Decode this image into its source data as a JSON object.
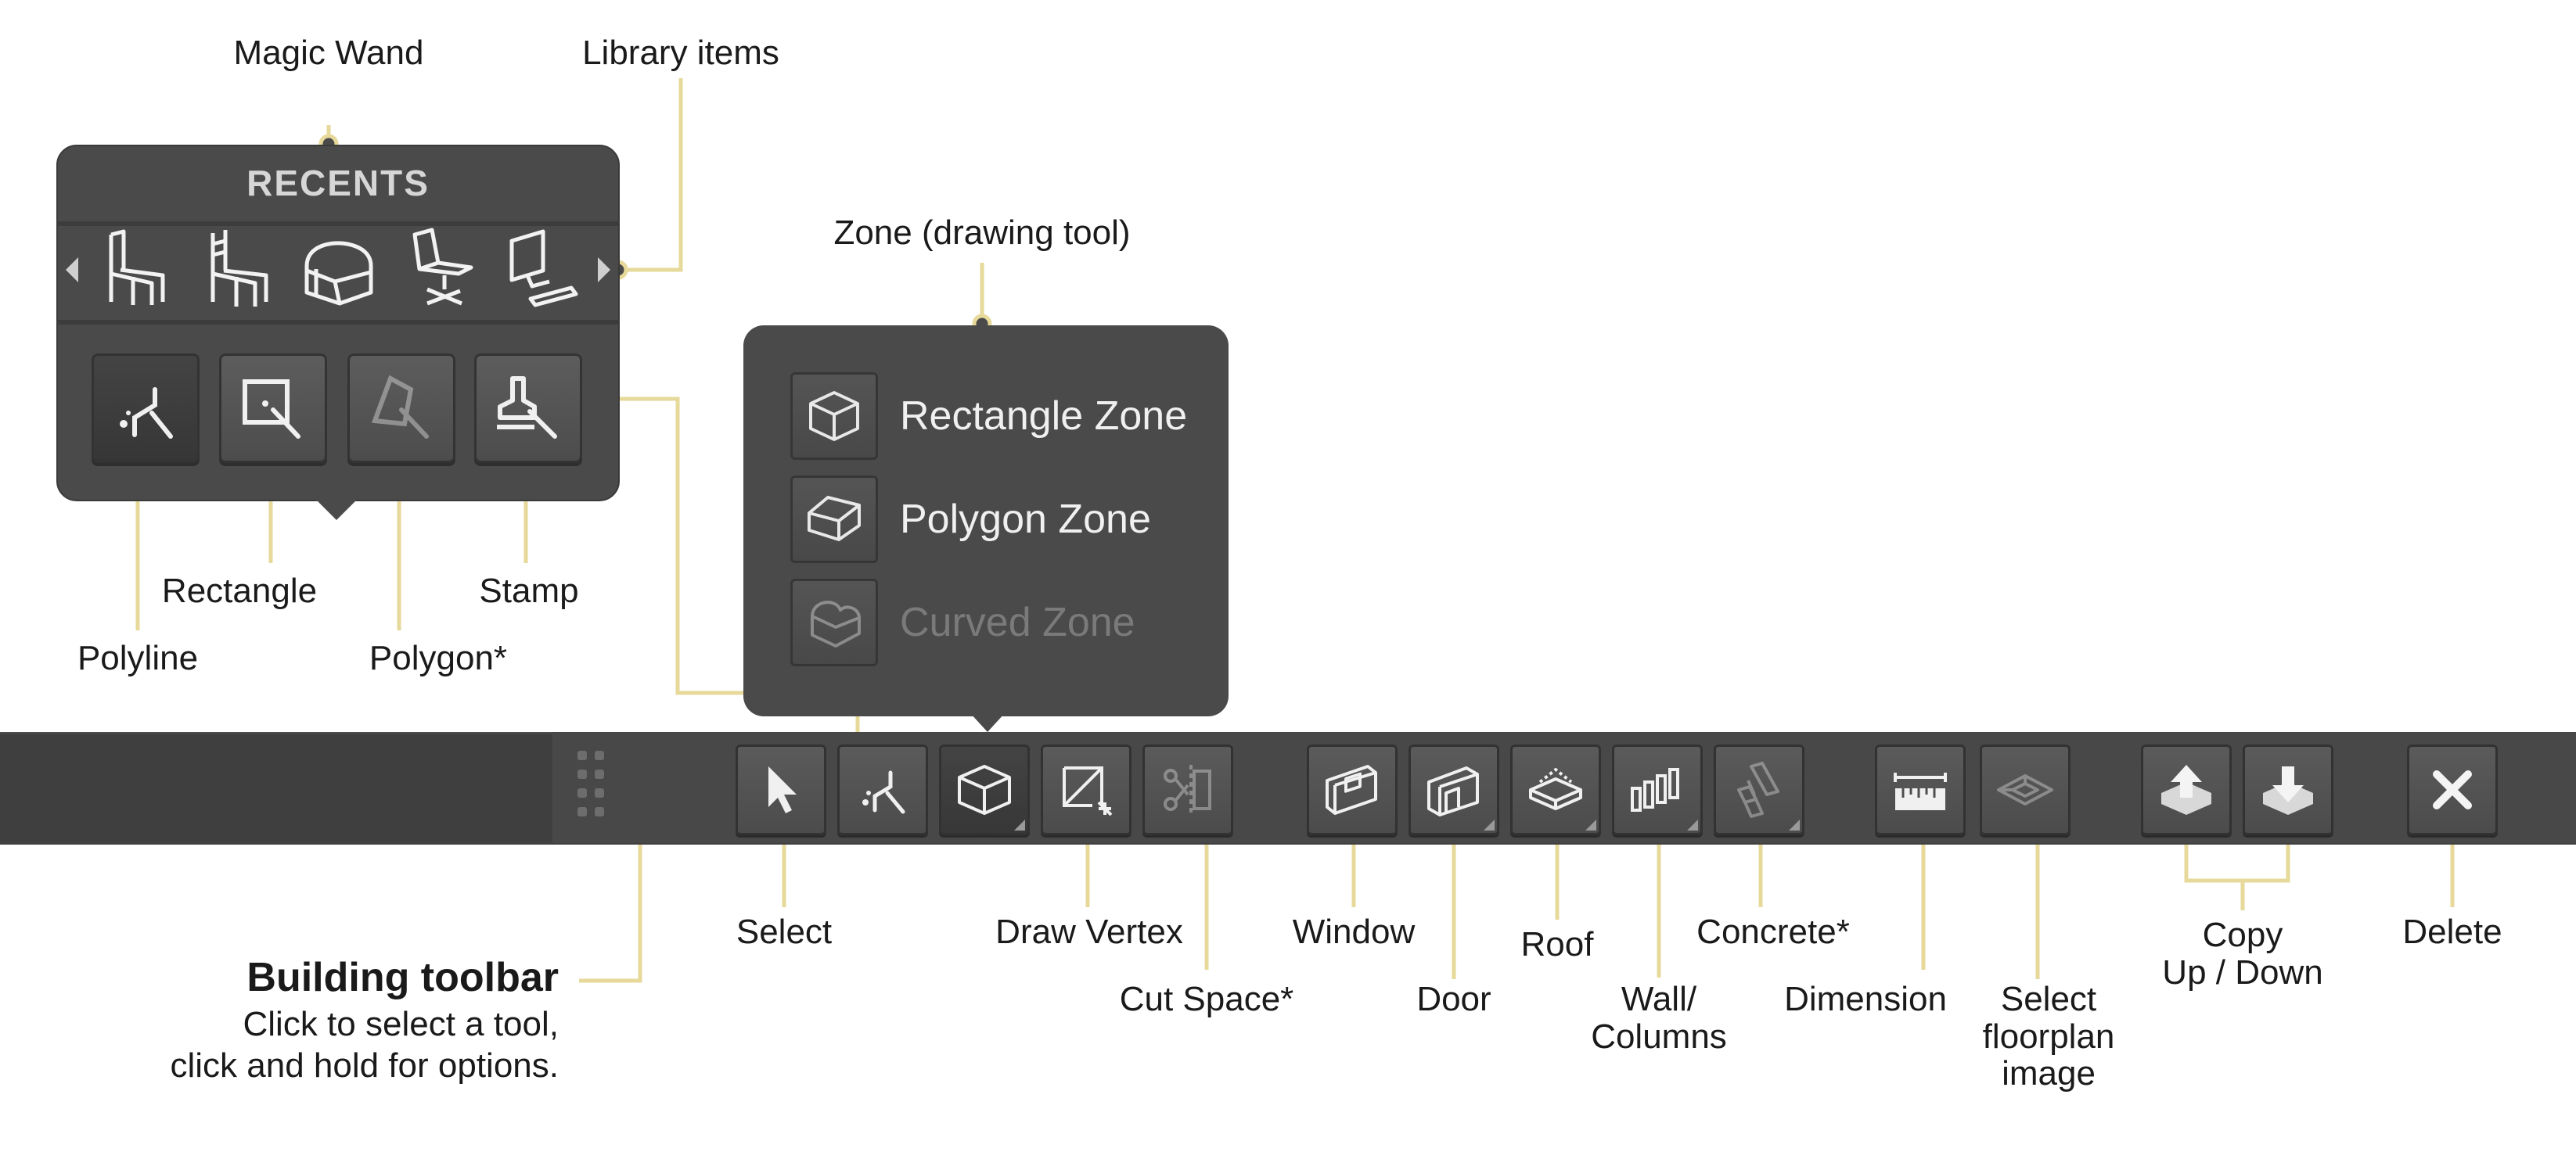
{
  "recents": {
    "title": "RECENTS",
    "tools": [
      "Polyline",
      "Rectangle",
      "Polygon*",
      "Stamp"
    ]
  },
  "zone_panel": {
    "items": [
      {
        "label": "Rectangle Zone",
        "enabled": true
      },
      {
        "label": "Polygon Zone",
        "enabled": true
      },
      {
        "label": "Curved Zone",
        "enabled": false
      }
    ]
  },
  "callouts": {
    "magic_wand": "Magic Wand",
    "library_items": "Library items",
    "zone_tool": "Zone (drawing tool)",
    "polyline": "Polyline",
    "rectangle": "Rectangle",
    "polygon": "Polygon*",
    "stamp": "Stamp",
    "select": "Select",
    "draw_vertex": "Draw Vertex",
    "cut_space": "Cut Space*",
    "window": "Window",
    "door": "Door",
    "roof": "Roof",
    "wall_columns_1": "Wall/",
    "wall_columns_2": "Columns",
    "concrete": "Concrete*",
    "dimension": "Dimension",
    "select_floorplan_1": "Select",
    "select_floorplan_2": "floorplan",
    "select_floorplan_3": "image",
    "copy_updown_1": "Copy",
    "copy_updown_2": "Up / Down",
    "delete": "Delete"
  },
  "toolbar_caption": {
    "title": "Building toolbar",
    "line1": "Click to select a tool,",
    "line2": "click and hold for options."
  },
  "colors": {
    "leader": "#e6d99a",
    "panel": "#4a4a4a",
    "toolbar": "#484848"
  }
}
